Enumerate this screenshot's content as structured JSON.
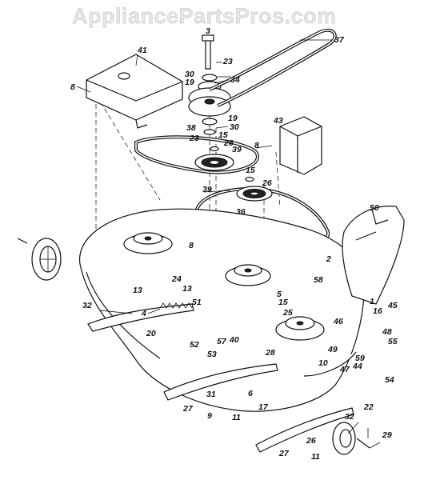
{
  "watermark": "AppliancePartsPros.com",
  "callouts": [
    {
      "id": "c3",
      "text": "3"
    },
    {
      "id": "c37",
      "text": "37"
    },
    {
      "id": "c41",
      "text": "41"
    },
    {
      "id": "c8a",
      "text": "8"
    },
    {
      "id": "c23a",
      "text": "23"
    },
    {
      "id": "c30a",
      "text": "30"
    },
    {
      "id": "c19a",
      "text": "19"
    },
    {
      "id": "c34",
      "text": "34"
    },
    {
      "id": "c38",
      "text": "38"
    },
    {
      "id": "c19b",
      "text": "19"
    },
    {
      "id": "c30b",
      "text": "30"
    },
    {
      "id": "c23b",
      "text": "23"
    },
    {
      "id": "c15a",
      "text": "15"
    },
    {
      "id": "c26a",
      "text": "26"
    },
    {
      "id": "c39a",
      "text": "39"
    },
    {
      "id": "c43",
      "text": "43"
    },
    {
      "id": "c8b",
      "text": "8"
    },
    {
      "id": "c15b",
      "text": "15"
    },
    {
      "id": "c26b",
      "text": "26"
    },
    {
      "id": "c39b",
      "text": "39"
    },
    {
      "id": "c36",
      "text": "36"
    },
    {
      "id": "c50",
      "text": "50"
    },
    {
      "id": "c2",
      "text": "2"
    },
    {
      "id": "c8c",
      "text": "8"
    },
    {
      "id": "c24",
      "text": "24"
    },
    {
      "id": "c13a",
      "text": "13"
    },
    {
      "id": "c13b",
      "text": "13"
    },
    {
      "id": "c58",
      "text": "58"
    },
    {
      "id": "c5",
      "text": "5"
    },
    {
      "id": "c51",
      "text": "51"
    },
    {
      "id": "c15c",
      "text": "15"
    },
    {
      "id": "c25",
      "text": "25"
    },
    {
      "id": "c1",
      "text": "1"
    },
    {
      "id": "c16",
      "text": "16"
    },
    {
      "id": "c45",
      "text": "45"
    },
    {
      "id": "c32a",
      "text": "32"
    },
    {
      "id": "c4",
      "text": "4"
    },
    {
      "id": "c20",
      "text": "20"
    },
    {
      "id": "c57",
      "text": "57"
    },
    {
      "id": "c40",
      "text": "40"
    },
    {
      "id": "c46",
      "text": "46"
    },
    {
      "id": "c48",
      "text": "48"
    },
    {
      "id": "c55",
      "text": "55"
    },
    {
      "id": "c52",
      "text": "52"
    },
    {
      "id": "c53",
      "text": "53"
    },
    {
      "id": "c28",
      "text": "28"
    },
    {
      "id": "c49",
      "text": "49"
    },
    {
      "id": "c59",
      "text": "59"
    },
    {
      "id": "c10",
      "text": "10"
    },
    {
      "id": "c47",
      "text": "47"
    },
    {
      "id": "c44",
      "text": "44"
    },
    {
      "id": "c54",
      "text": "54"
    },
    {
      "id": "c6",
      "text": "6"
    },
    {
      "id": "c31",
      "text": "31"
    },
    {
      "id": "c17",
      "text": "17"
    },
    {
      "id": "c27a",
      "text": "27"
    },
    {
      "id": "c9",
      "text": "9"
    },
    {
      "id": "c11a",
      "text": "11"
    },
    {
      "id": "c32b",
      "text": "32"
    },
    {
      "id": "c22",
      "text": "22"
    },
    {
      "id": "c29",
      "text": "29"
    },
    {
      "id": "c26c",
      "text": "26"
    },
    {
      "id": "c27b",
      "text": "27"
    },
    {
      "id": "c11b",
      "text": "11"
    }
  ]
}
